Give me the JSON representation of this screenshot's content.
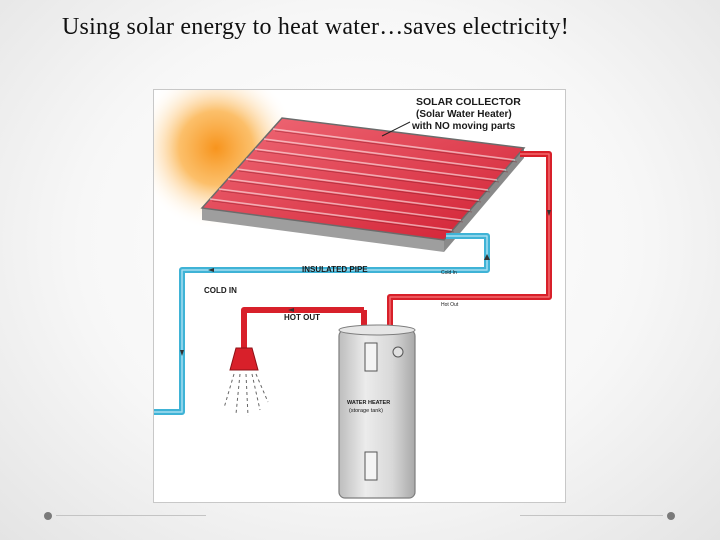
{
  "slide": {
    "title": "Using solar energy to heat water…saves electricity!"
  },
  "diagram": {
    "collector_label_line1": "SOLAR COLLECTOR",
    "collector_label_line2": "(Solar Water Heater)",
    "collector_label_line3": "with NO moving parts",
    "insulated_pipe_label": "INSULATED PIPE",
    "cold_in_label": "COLD IN",
    "hot_out_label": "HOT OUT",
    "cold_in_small_label": "Cold In",
    "hot_out_small_label": "Hot Out",
    "heater_label_line1": "WATER HEATER",
    "heater_label_line2": "(storage tank)",
    "colors": {
      "hot_pipe": "#d8202a",
      "cold_pipe": "#3fb3d6",
      "collector_red": "#e53a4a",
      "sun_orange": "#f7941d",
      "tank": "#d4d4d4"
    }
  }
}
